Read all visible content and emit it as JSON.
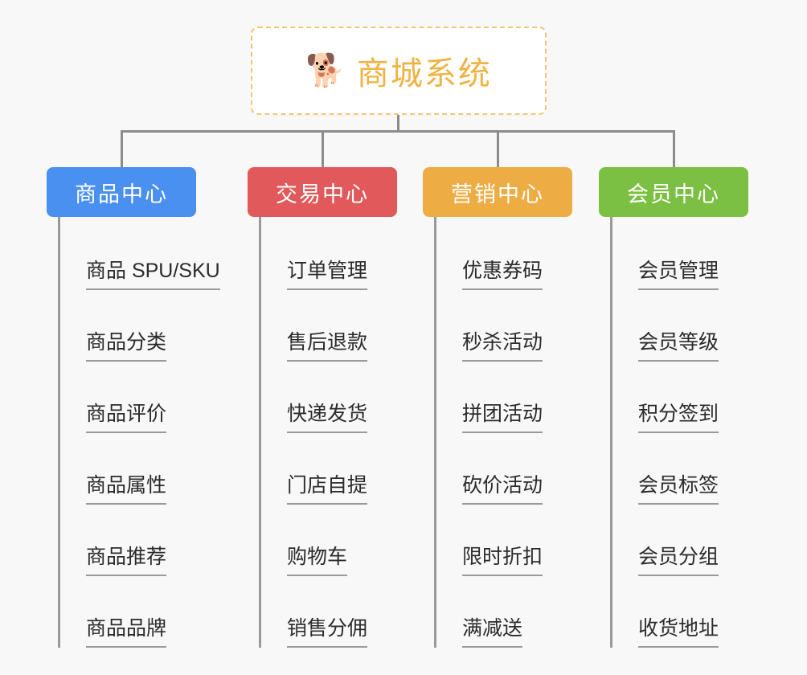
{
  "background_color": "#f8f8f8",
  "root": {
    "icon": "shiba-dog-emoji",
    "icon_glyph": "🐕",
    "title": "商城系统",
    "title_color": "#f0b343",
    "border_color": "#f3c675"
  },
  "connector_color": "#8c8c8c",
  "branches": [
    {
      "label": "商品中心",
      "color": "#4a90f0",
      "items": [
        "商品 SPU/SKU",
        "商品分类",
        "商品评价",
        "商品属性",
        "商品推荐",
        "商品品牌"
      ]
    },
    {
      "label": "交易中心",
      "color": "#e2595b",
      "items": [
        "订单管理",
        "售后退款",
        "快递发货",
        "门店自提",
        "购物车",
        "销售分佣"
      ]
    },
    {
      "label": "营销中心",
      "color": "#eead44",
      "items": [
        "优惠券码",
        "秒杀活动",
        "拼团活动",
        "砍价活动",
        "限时折扣",
        "满减送"
      ]
    },
    {
      "label": "会员中心",
      "color": "#7cc043",
      "items": [
        "会员管理",
        "会员等级",
        "积分签到",
        "会员标签",
        "会员分组",
        "收货地址"
      ]
    }
  ]
}
